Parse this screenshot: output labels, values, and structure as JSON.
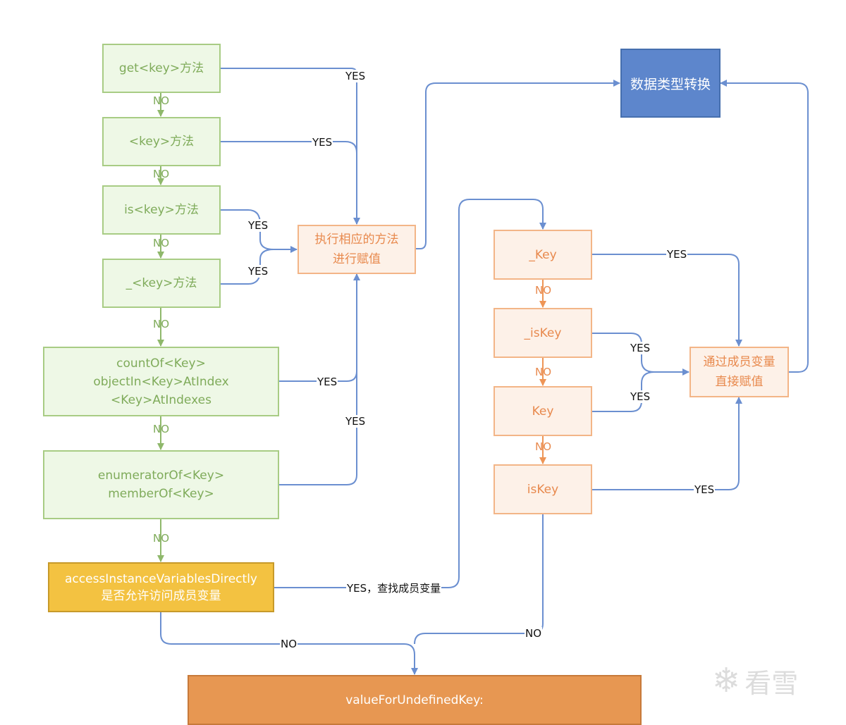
{
  "nodes": {
    "get_key_method": "get<key>方法",
    "key_method": "<key>方法",
    "is_key_method": "is<key>方法",
    "underscore_key_method": "_<key>方法",
    "countof": [
      "countOf<Key>",
      "objectIn<Key>AtIndex",
      "<Key>AtIndexes"
    ],
    "enumeratorof": [
      "enumeratorOf<Key>",
      "memberOf<Key>"
    ],
    "access_ivars": [
      "accessInstanceVariablesDirectly",
      "是否允许访问成员变量"
    ],
    "execute_method": [
      "执行相应的方法",
      "进行赋值"
    ],
    "data_conversion": "数据类型转换",
    "ivar_underscore_key": "_Key",
    "ivar_underscore_iskey": "_isKey",
    "ivar_key": "Key",
    "ivar_iskey": "isKey",
    "member_assign": [
      "通过成员变量",
      "直接赋值"
    ],
    "undefined_key": "valueForUndefinedKey:"
  },
  "labels": {
    "yes": "YES",
    "no": "NO",
    "yes_search": "YES，查找成员变量"
  },
  "watermark": {
    "icon": "snowflake-icon",
    "text": "看雪"
  },
  "colors": {
    "blue_line": "#6b8fd0",
    "green_line": "#8fb86b",
    "orange_line": "#ee9556"
  }
}
